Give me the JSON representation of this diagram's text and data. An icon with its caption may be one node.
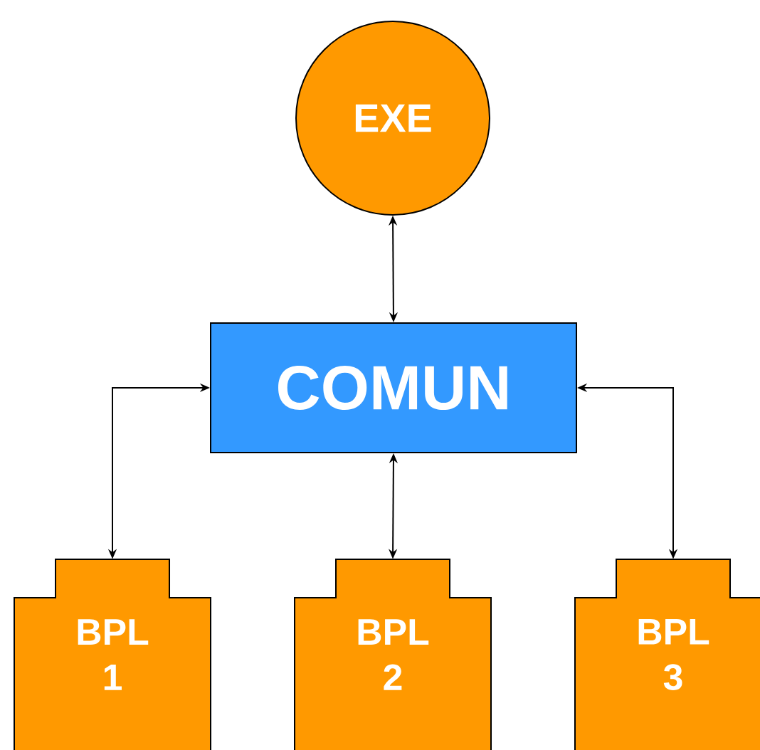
{
  "diagram": {
    "nodes": [
      {
        "text": [
          "EXE"
        ]
      },
      {
        "text": [
          "COMUN"
        ]
      },
      {
        "text": [
          "BPL 1"
        ]
      },
      {
        "text": [
          "BPL 2"
        ]
      },
      {
        "text": [
          "BPL 3"
        ]
      }
    ],
    "edges": [
      {
        "from": 1,
        "to": 0,
        "arrow": "both"
      },
      {
        "from": 1,
        "to": 2,
        "arrow": "both"
      },
      {
        "from": 1,
        "to": 3,
        "arrow": "both"
      },
      {
        "from": 1,
        "to": 4,
        "arrow": "both"
      }
    ]
  }
}
